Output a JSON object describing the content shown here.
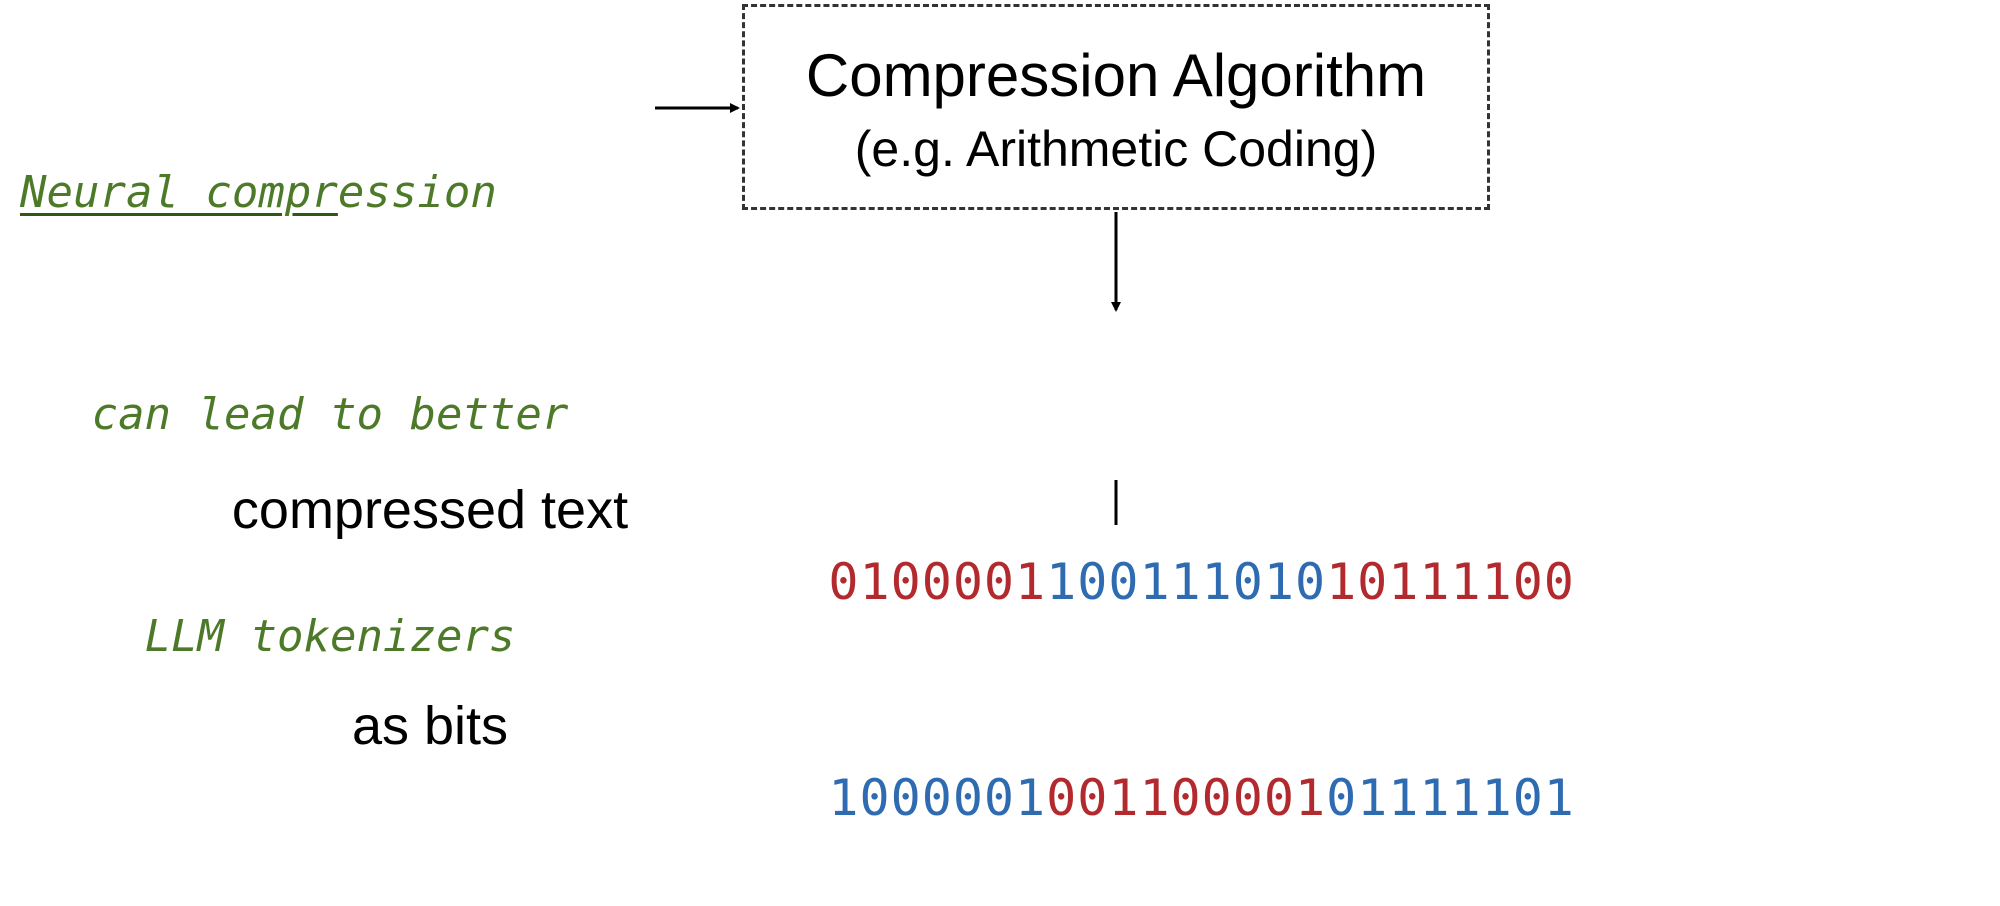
{
  "note": {
    "line1_underlined": "Neural compr",
    "line1_rest": "ession",
    "line2": "can lead to better",
    "line3": "LLM tokenizers",
    "color": "#4d7a28"
  },
  "algorithm_box": {
    "title": "Compression Algorithm",
    "subtitle": "(e.g. Arithmetic Coding)"
  },
  "compressed_label": {
    "line1": "compressed text",
    "line2": "as bits"
  },
  "bits": {
    "rows": [
      [
        {
          "text": "0100001",
          "color": "red"
        },
        {
          "text": "100111010",
          "color": "blue"
        },
        {
          "text": "10111100",
          "color": "red"
        }
      ],
      [
        {
          "text": "1000001",
          "color": "blue"
        },
        {
          "text": "001100001",
          "color": "red"
        },
        {
          "text": "01111101",
          "color": "blue"
        }
      ]
    ],
    "colors": {
      "red": "#b22a2e",
      "blue": "#2e6bb0"
    }
  }
}
